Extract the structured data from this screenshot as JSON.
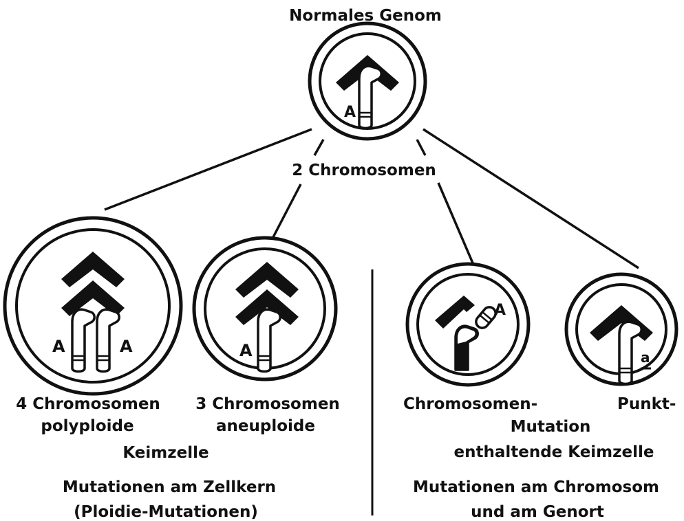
{
  "top": {
    "title": "Normales Genom",
    "count": "2 Chromosomen"
  },
  "cells": {
    "polyploid": {
      "count": "4 Chromosomen",
      "type": "polyploide",
      "gene_left": "A",
      "gene_right": "A"
    },
    "aneuploid": {
      "count": "3 Chromosomen",
      "type": "aneuploide",
      "gene": "A"
    },
    "chrom_mutation": {
      "label": "Chromosomen-",
      "gene": "A"
    },
    "point_mutation": {
      "label": "Punkt-",
      "gene": "a"
    },
    "normal": {
      "gene": "A"
    }
  },
  "left_group": {
    "keimzelle": "Keimzelle",
    "heading": "Mutationen am Zellkern",
    "sub": "(Ploidie-Mutationen)"
  },
  "right_group": {
    "mutation": "Mutation",
    "keimzelle": "enthaltende Keimzelle",
    "heading": "Mutationen am Chromosom",
    "sub": "und am Genort"
  }
}
